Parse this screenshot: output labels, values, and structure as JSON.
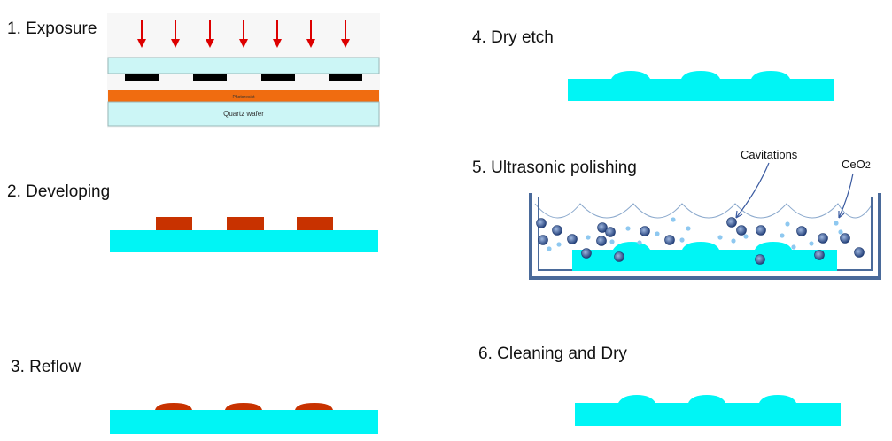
{
  "steps": {
    "s1": {
      "label": "1. Exposure"
    },
    "s2": {
      "label": "2. Developing"
    },
    "s3": {
      "label": "3. Reflow"
    },
    "s4": {
      "label": "4. Dry etch"
    },
    "s5": {
      "label": "5. Ultrasonic polishing"
    },
    "s6": {
      "label": "6. Cleaning and Dry"
    }
  },
  "exposure": {
    "photoresist_label": "Photoresist",
    "wafer_label": "Quartz wafer"
  },
  "polishing": {
    "cavitations_label": "Cavitations",
    "ceo2_label": "CeO2"
  },
  "colors": {
    "substrate": "#00f5f5",
    "resist_developed": "#c83200",
    "resist_reflow": "#c83200",
    "photoresist_layer": "#f06c10",
    "wafer_fill": "#ccf6f6",
    "arrow": "#dd0000",
    "mask": "#000000",
    "bubble": "#3a5aa0",
    "particle": "#8ec8f0",
    "tank": "#4a6a9a"
  }
}
